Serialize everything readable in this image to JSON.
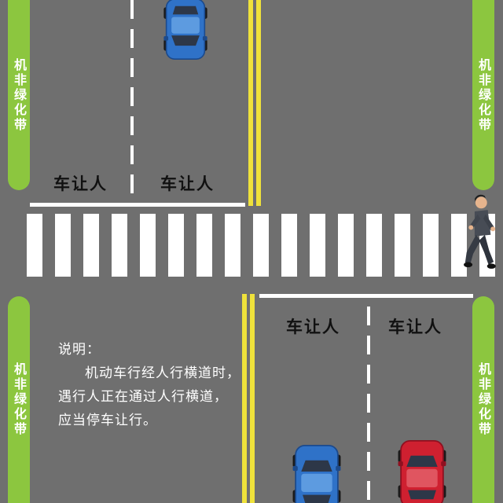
{
  "colors": {
    "road": "#6F6F6F",
    "green_belt": "#8CC63F",
    "yellow_line": "#EFE23B",
    "crosswalk": "#FFFFFF",
    "yield_text": "#111111",
    "note_text": "#FFFFFF",
    "car_blue": "#2F72C8",
    "car_blue_dark": "#1C4A8C",
    "car_blue_light": "#5D9BE0",
    "car_red": "#CF2030",
    "car_red_dark": "#8F1020",
    "car_red_light": "#E05560"
  },
  "labels": {
    "green_belt": "机非绿化带",
    "yield": "车让人"
  },
  "note": {
    "title": "说明：",
    "lines": [
      "机动车行经人行横道时，",
      "遇行人正在通过人行横道，",
      "应当停车让行。"
    ]
  },
  "icons": {
    "vehicles": [
      "blue-car-top-icon",
      "blue-car-bottom-icon",
      "red-car-bottom-icon"
    ],
    "pedestrian": "pedestrian-icon"
  }
}
